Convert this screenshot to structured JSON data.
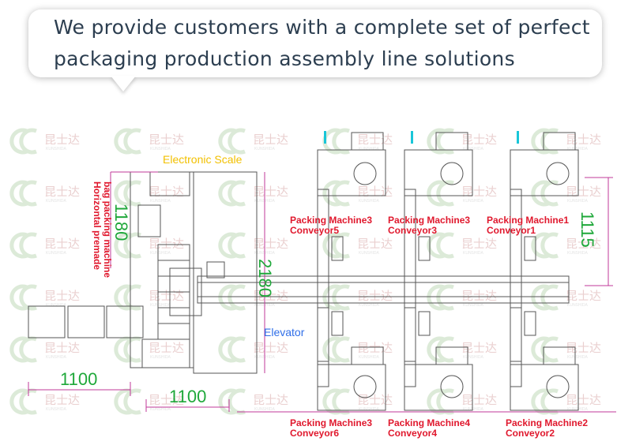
{
  "header": {
    "line1": "We provide customers with a complete set of perfect",
    "line2": "packaging production assembly line solutions"
  },
  "diagram": {
    "electronic_scale": "Electronic Scale",
    "elevator": "Elevator",
    "horizontal_line1": "Horizontal premade",
    "horizontal_line2": "bag packing machine",
    "machines": [
      {
        "line1": "Packing Machine3",
        "line2": "Conveyor5"
      },
      {
        "line1": "Packing Machine3",
        "line2": "Conveyor3"
      },
      {
        "line1": "Packing Machine1",
        "line2": "Conveyor1"
      },
      {
        "line1": "Packing Machine3",
        "line2": "Conveyor6"
      },
      {
        "line1": "Packing Machine4",
        "line2": "Conveyor4"
      },
      {
        "line1": "Packing Machine2",
        "line2": "Conveyor2"
      }
    ],
    "dimensions": {
      "d1180": "1180",
      "d2180": "2180",
      "d1115": "1115",
      "d1100_left": "1100",
      "d1100_mid": "1100"
    },
    "watermark": {
      "text": "昆士达",
      "sub": "KUNSHIDA"
    }
  }
}
